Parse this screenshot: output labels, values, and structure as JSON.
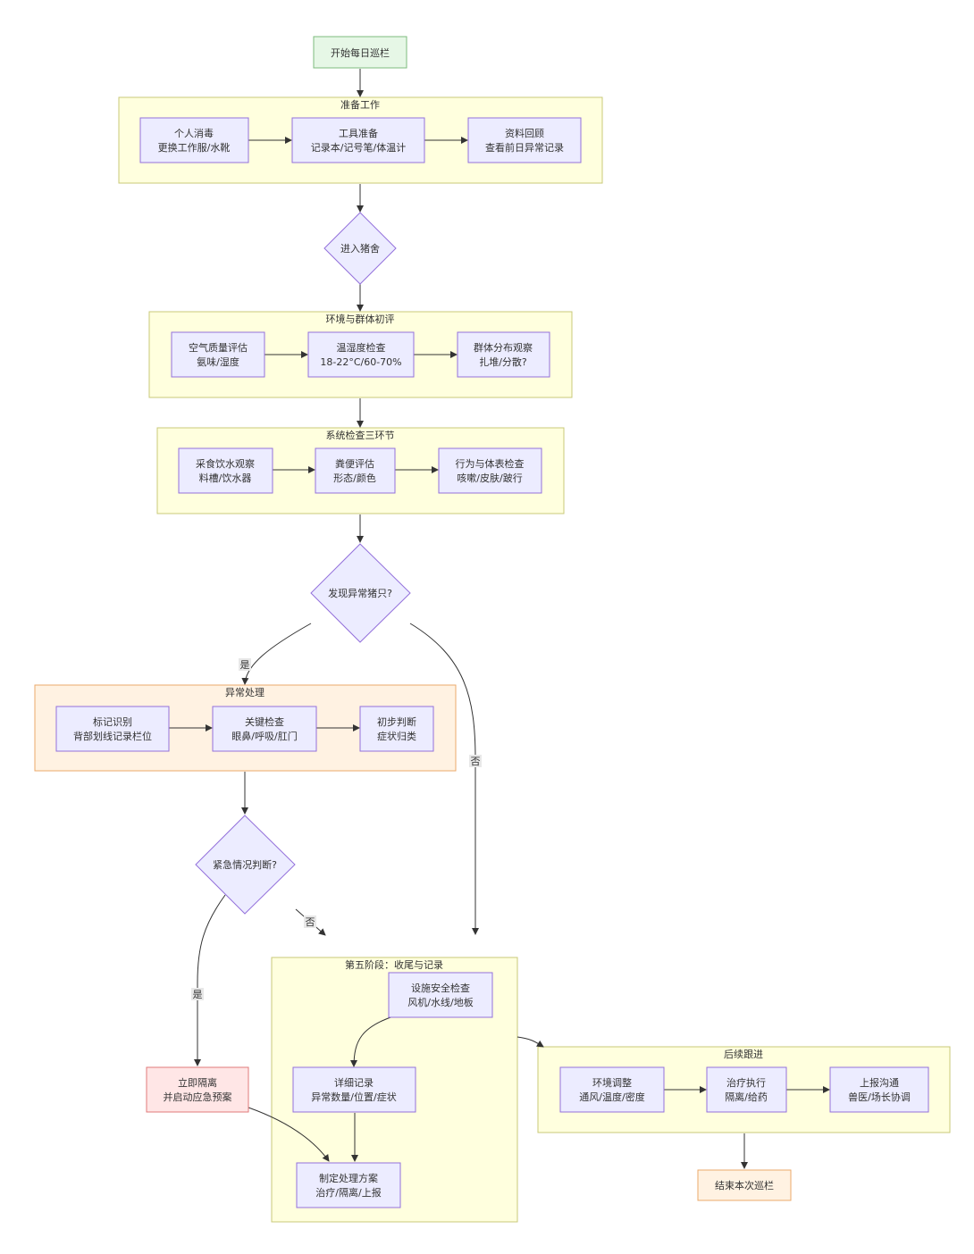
{
  "nodes": {
    "start": "开始每日巡栏",
    "enter": "进入猪舍",
    "find_abnormal": "发现异常猪只?",
    "urgent": "紧急情况判断?",
    "isolate": [
      "立即隔离",
      "并启动应急预案"
    ],
    "end": "结束本次巡栏"
  },
  "clusters": {
    "prep": {
      "title": "准备工作",
      "items": [
        [
          "个人消毒",
          "更换工作服/水靴"
        ],
        [
          "工具准备",
          "记录本/记号笔/体温计"
        ],
        [
          "资料回顾",
          "查看前日异常记录"
        ]
      ]
    },
    "env": {
      "title": "环境与群体初评",
      "items": [
        [
          "空气质量评估",
          "氨味/湿度"
        ],
        [
          "温湿度检查",
          "18-22°C/60-70%"
        ],
        [
          "群体分布观察",
          "扎堆/分散?"
        ]
      ]
    },
    "sys": {
      "title": "系统检查三环节",
      "items": [
        [
          "采食饮水观察",
          "料槽/饮水器"
        ],
        [
          "粪便评估",
          "形态/颜色"
        ],
        [
          "行为与体表检查",
          "咳嗽/皮肤/跛行"
        ]
      ]
    },
    "abn": {
      "title": "异常处理",
      "items": [
        [
          "标记识别",
          "背部划线记录栏位"
        ],
        [
          "关键检查",
          "眼鼻/呼吸/肛门"
        ],
        [
          "初步判断",
          "症状归类"
        ]
      ]
    },
    "stage5": {
      "title": "第五阶段：收尾与记录",
      "items": [
        [
          "设施安全检查",
          "风机/水线/地板"
        ],
        [
          "详细记录",
          "异常数量/位置/症状"
        ],
        [
          "制定处理方案",
          "治疗/隔离/上报"
        ]
      ]
    },
    "follow": {
      "title": "后续跟进",
      "items": [
        [
          "环境调整",
          "通风/温度/密度"
        ],
        [
          "治疗执行",
          "隔离/给药"
        ],
        [
          "上报沟通",
          "兽医/场长协调"
        ]
      ]
    }
  },
  "edge_labels": {
    "yes": "是",
    "no": "否"
  }
}
